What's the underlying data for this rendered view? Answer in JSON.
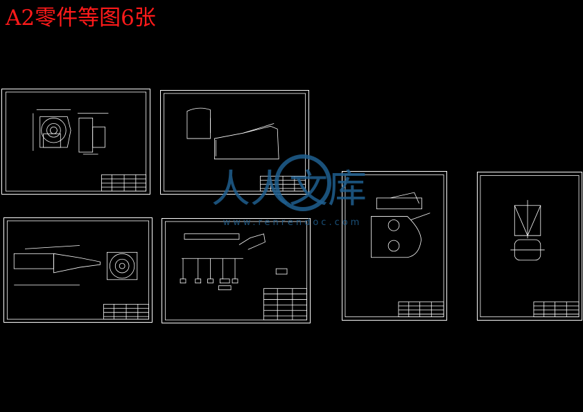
{
  "page": {
    "title": "A2零件等图6张"
  },
  "watermark": {
    "text": "人人文库",
    "url": "www.renrendoc.com"
  },
  "colors": {
    "background": "#000000",
    "title": "#ff1a1a",
    "lines": "#ffffff",
    "watermark": "#1f5f8f"
  },
  "sheets": [
    {
      "id": "sheet-1",
      "orientation": "landscape",
      "content": "fan-housing-views"
    },
    {
      "id": "sheet-2",
      "orientation": "landscape",
      "content": "profile-part"
    },
    {
      "id": "sheet-3",
      "orientation": "landscape",
      "content": "cone-duct-views"
    },
    {
      "id": "sheet-4",
      "orientation": "landscape",
      "content": "schematic-diagram"
    },
    {
      "id": "sheet-5",
      "orientation": "portrait",
      "content": "bracket-plate"
    },
    {
      "id": "sheet-6",
      "orientation": "portrait",
      "content": "triangle-support"
    }
  ]
}
